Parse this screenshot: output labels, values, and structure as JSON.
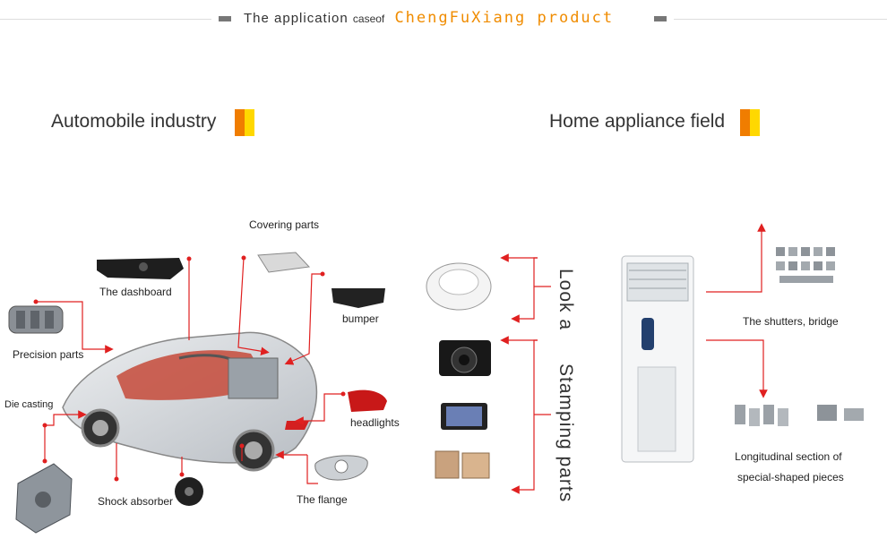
{
  "header": {
    "title_part1": "The application",
    "title_part2": "caseof",
    "title_brand": "ChengFuXiang product"
  },
  "auto": {
    "title": "Automobile industry",
    "labels": {
      "covering": "Covering parts",
      "dashboard": "The dashboard",
      "bumper": "bumper",
      "precision": "Precision parts",
      "diecasting": "Die casting",
      "headlights": "headlights",
      "shock": "Shock absorber",
      "flange": "The flange"
    }
  },
  "middle": {
    "vertical1": "Look a",
    "vertical2": "Stamping parts"
  },
  "home": {
    "title": "Home appliance field",
    "shutters": "The shutters, bridge",
    "longitudinal_line1": "Longitudinal section of",
    "longitudinal_line2": "special-shaped pieces"
  },
  "colors": {
    "accent_orange": "#f07d00",
    "accent_yellow": "#ffd800",
    "brand": "#f08c00",
    "connector": "#e02020"
  }
}
